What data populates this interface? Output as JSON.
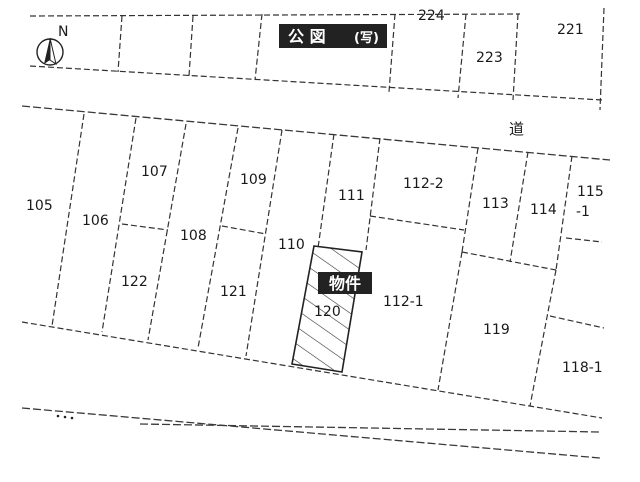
{
  "map_title": {
    "prefix": "公 図",
    "suffix": "(写)"
  },
  "property_label": "物件",
  "road_label": "道",
  "north_label": "N",
  "colors": {
    "ink": "#1a1a1a",
    "badge_bg": "#222222",
    "paper": "#ffffff"
  },
  "icons": {
    "north": "north-arrow-icon"
  },
  "parcels": {
    "p224": "224",
    "p223": "223",
    "p221": "221",
    "p105": "105",
    "p106": "106",
    "p107": "107",
    "p108": "108",
    "p109": "109",
    "p110": "110",
    "p111": "111",
    "p112_2": "112-2",
    "p113": "113",
    "p114": "114",
    "p115_a": "115",
    "p115_b": "-1",
    "p122": "122",
    "p121": "121",
    "p120": "120",
    "p112_1": "112-1",
    "p119": "119",
    "p118_1": "118-1"
  }
}
